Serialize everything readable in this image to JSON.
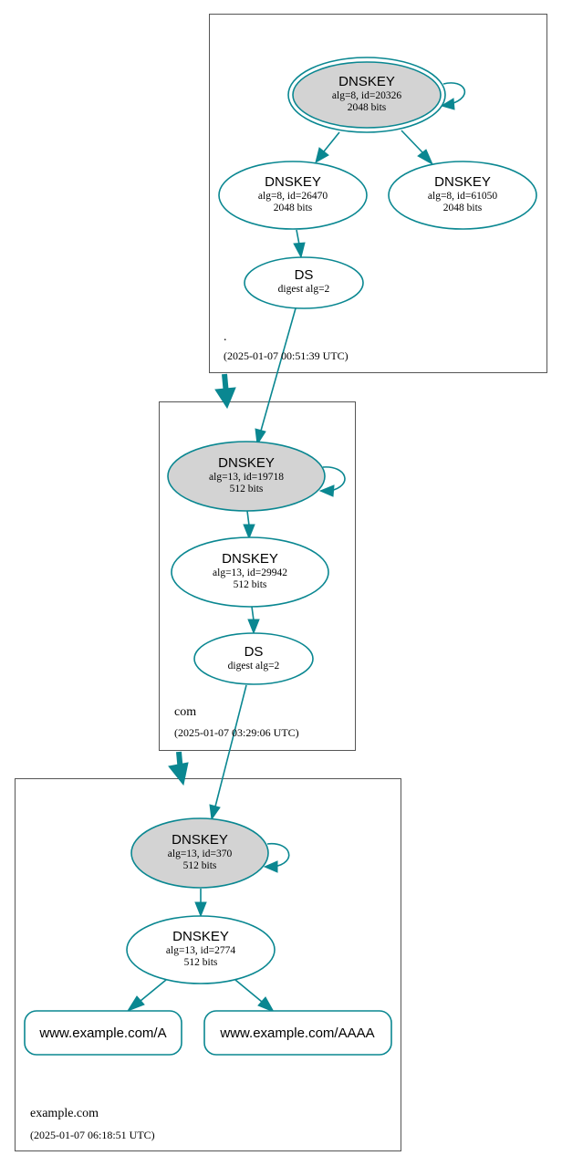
{
  "zones": {
    "root": {
      "name": ".",
      "timestamp": "(2025-01-07 00:51:39 UTC)"
    },
    "com": {
      "name": "com",
      "timestamp": "(2025-01-07 03:29:06 UTC)"
    },
    "example": {
      "name": "example.com",
      "timestamp": "(2025-01-07 06:18:51 UTC)"
    }
  },
  "nodes": {
    "root_ksk": {
      "title": "DNSKEY",
      "line1": "alg=8, id=20326",
      "line2": "2048 bits"
    },
    "root_zsk1": {
      "title": "DNSKEY",
      "line1": "alg=8, id=26470",
      "line2": "2048 bits"
    },
    "root_zsk2": {
      "title": "DNSKEY",
      "line1": "alg=8, id=61050",
      "line2": "2048 bits"
    },
    "root_ds": {
      "title": "DS",
      "line1": "digest alg=2"
    },
    "com_ksk": {
      "title": "DNSKEY",
      "line1": "alg=13, id=19718",
      "line2": "512 bits"
    },
    "com_zsk": {
      "title": "DNSKEY",
      "line1": "alg=13, id=29942",
      "line2": "512 bits"
    },
    "com_ds": {
      "title": "DS",
      "line1": "digest alg=2"
    },
    "ex_ksk": {
      "title": "DNSKEY",
      "line1": "alg=13, id=370",
      "line2": "512 bits"
    },
    "ex_zsk": {
      "title": "DNSKEY",
      "line1": "alg=13, id=2774",
      "line2": "512 bits"
    },
    "rr_a": {
      "label": "www.example.com/A"
    },
    "rr_aaaa": {
      "label": "www.example.com/AAAA"
    }
  },
  "colors": {
    "edge": "#0a8791",
    "sep_fill": "#d3d3d3",
    "node_fill": "#ffffff",
    "zone_border": "#555555"
  }
}
